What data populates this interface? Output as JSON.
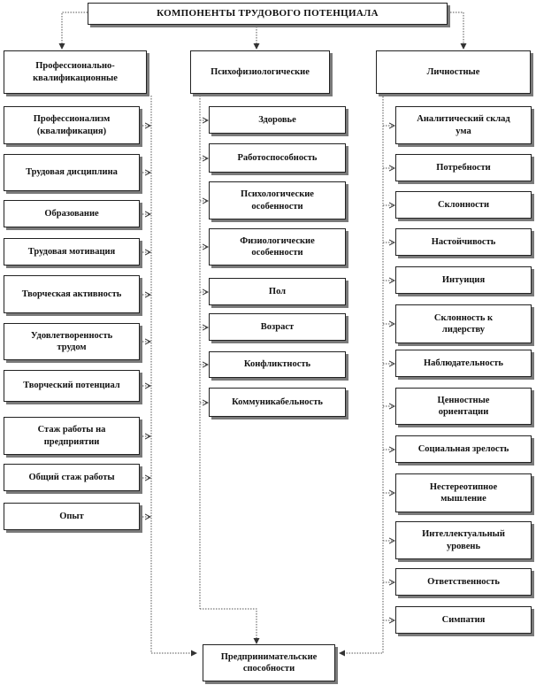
{
  "title": "КОМПОНЕНТЫ ТРУДОВОГО ПОТЕНЦИАЛА",
  "categories": {
    "professional": "Профессионально-\nквалификационные",
    "psycho": "Психофизиологические",
    "personal": "Личностные"
  },
  "professional_items": [
    "Профессионализм\n(квалификация)",
    "Трудовая дисциплина",
    "Образование",
    "Трудовая мотивация",
    "Творческая активность",
    "Удовлетворенность\nтрудом",
    "Творческий потенциал",
    "Стаж работы на\nпредприятии",
    "Общий стаж работы",
    "Опыт"
  ],
  "psycho_items": [
    "Здоровье",
    "Работоспособность",
    "Психологические\nособенности",
    "Физиологические\nособенности",
    "Пол",
    "Возраст",
    "Конфликтность",
    "Коммуникабельность"
  ],
  "personal_items": [
    "Аналитический склад\nума",
    "Потребности",
    "Склонности",
    "Настойчивость",
    "Интуиция",
    "Склонность к\nлидерству",
    "Наблюдательность",
    "Ценностные\nориентации",
    "Социальная зрелость",
    "Нестереотипное\nмышление",
    "Интеллектуальный\nуровень",
    "Ответственность",
    "Симпатия"
  ],
  "result": "Предпринимательские\nспособности"
}
